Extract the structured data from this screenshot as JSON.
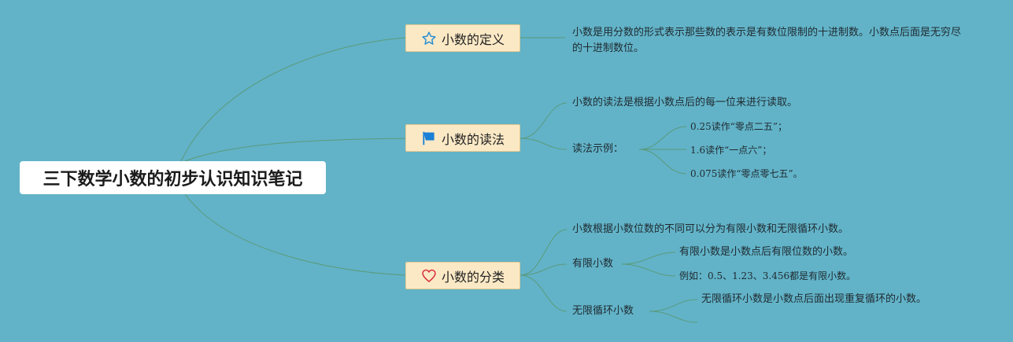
{
  "root": {
    "title": "三下数学小数的初步认识知识笔记"
  },
  "branches": [
    {
      "label": "小数的定义",
      "icon": "star-icon",
      "children": [
        {
          "text": "小数是用分数的形式表示那些数的表示是有数位限制的十进制数。小数点后面是无穷尽的十进制数位。"
        }
      ]
    },
    {
      "label": "小数的读法",
      "icon": "flag-icon",
      "children": [
        {
          "text": "小数的读法是根据小数点后的每一位来进行读取。"
        },
        {
          "text": "读法示例：",
          "children": [
            "0.25读作“零点二五”；",
            "1.6读作“一点六”；",
            "0.075读作“零点零七五”。"
          ]
        }
      ]
    },
    {
      "label": "小数的分类",
      "icon": "heart-icon",
      "children": [
        {
          "text": "小数根据小数位数的不同可以分为有限小数和无限循环小数。"
        },
        {
          "text": "有限小数",
          "children": [
            "有限小数是小数点后有限位数的小数。",
            "例如：0.5、1.23、3.456都是有限小数。"
          ]
        },
        {
          "text": "无限循环小数",
          "children": [
            "无限循环小数是小数点后面出现重复循环的小数。"
          ]
        }
      ]
    }
  ],
  "colors": {
    "background": "#62b3c8",
    "root_fill": "#ffffff",
    "branch_fill": "#fbe9c6",
    "branch_border": "#e4c88f",
    "connector": "#5a9a7a",
    "star": "#2c8fd0",
    "flag": "#1a7fd6",
    "heart": "#d8333a"
  }
}
